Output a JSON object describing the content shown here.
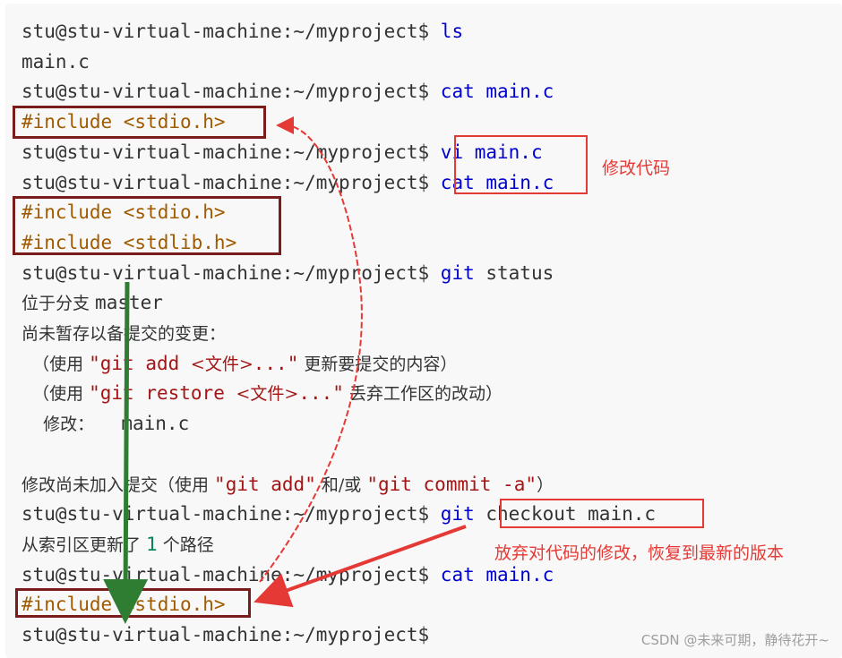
{
  "terminal": {
    "prompt": "stu@stu-virtual-machine:~/myproject$",
    "lines": [
      {
        "parts": [
          {
            "t": "prompt"
          },
          {
            "t": "cmd",
            "s": " ls"
          }
        ]
      },
      {
        "parts": [
          {
            "t": "out",
            "s": "main.c"
          }
        ]
      },
      {
        "parts": [
          {
            "t": "prompt"
          },
          {
            "t": "cmd",
            "s": " cat main.c"
          }
        ]
      },
      {
        "parts": [
          {
            "t": "inc",
            "s": "#include <stdio.h>"
          }
        ]
      },
      {
        "parts": [
          {
            "t": "prompt"
          },
          {
            "t": "cmd",
            "s": " vi main.c"
          }
        ]
      },
      {
        "parts": [
          {
            "t": "prompt"
          },
          {
            "t": "cmd",
            "s": " cat main.c"
          }
        ]
      },
      {
        "parts": [
          {
            "t": "inc",
            "s": "#include <stdio.h>"
          }
        ]
      },
      {
        "parts": [
          {
            "t": "inc",
            "s": "#include <stdlib.h>"
          }
        ]
      },
      {
        "parts": [
          {
            "t": "prompt"
          },
          {
            "t": "cmd",
            "s": " git"
          },
          {
            "t": "out",
            "s": " status"
          }
        ]
      },
      {
        "parts": [
          {
            "t": "cjk",
            "s": "位于分支 "
          },
          {
            "t": "out",
            "s": "master"
          }
        ]
      },
      {
        "parts": [
          {
            "t": "cjk",
            "s": "尚未暂存以备提交的变更："
          }
        ]
      },
      {
        "parts": [
          {
            "t": "cjk",
            "s": "  （使用 "
          },
          {
            "t": "str",
            "s": "\"git add "
          },
          {
            "t": "strcjk",
            "s": "<文件>"
          },
          {
            "t": "str",
            "s": "...\""
          },
          {
            "t": "cjk",
            "s": " 更新要提交的内容）"
          }
        ]
      },
      {
        "parts": [
          {
            "t": "cjk",
            "s": "  （使用 "
          },
          {
            "t": "str",
            "s": "\"git restore "
          },
          {
            "t": "strcjk",
            "s": "<文件>"
          },
          {
            "t": "str",
            "s": "...\""
          },
          {
            "t": "cjk",
            "s": " 丢弃工作区的改动）"
          }
        ]
      },
      {
        "parts": [
          {
            "t": "cjk",
            "s": "    修改：     "
          },
          {
            "t": "out",
            "s": "main.c"
          }
        ]
      },
      {
        "parts": [
          {
            "t": "out",
            "s": ""
          }
        ]
      },
      {
        "parts": [
          {
            "t": "cjk",
            "s": "修改尚未加入提交（使用 "
          },
          {
            "t": "str",
            "s": "\"git add\""
          },
          {
            "t": "cjk",
            "s": " 和/或 "
          },
          {
            "t": "str",
            "s": "\"git commit -a\""
          },
          {
            "t": "cjk",
            "s": "）"
          }
        ]
      },
      {
        "parts": [
          {
            "t": "prompt"
          },
          {
            "t": "cmd",
            "s": " git"
          },
          {
            "t": "out",
            "s": " checkout main.c"
          }
        ]
      },
      {
        "parts": [
          {
            "t": "cjk",
            "s": "从索引区更新了 "
          },
          {
            "t": "num",
            "s": "1"
          },
          {
            "t": "cjk",
            "s": " 个路径"
          }
        ]
      },
      {
        "parts": [
          {
            "t": "prompt"
          },
          {
            "t": "cmd",
            "s": " cat main.c"
          }
        ]
      },
      {
        "parts": [
          {
            "t": "inc",
            "s": "#include <stdio.h>"
          }
        ]
      },
      {
        "parts": [
          {
            "t": "prompt"
          }
        ]
      }
    ]
  },
  "annotations": {
    "modify_code": "修改代码",
    "discard_changes": "放弃对代码的修改，恢复到最新的版本"
  },
  "watermark": "CSDN @未来可期，静待花开~",
  "colors": {
    "command": "#0000cc",
    "include": "#a05a00",
    "string": "#a31515",
    "annotation": "#e53935",
    "dark_box": "#7a1c1c",
    "arrow_green": "#2e7d32"
  }
}
